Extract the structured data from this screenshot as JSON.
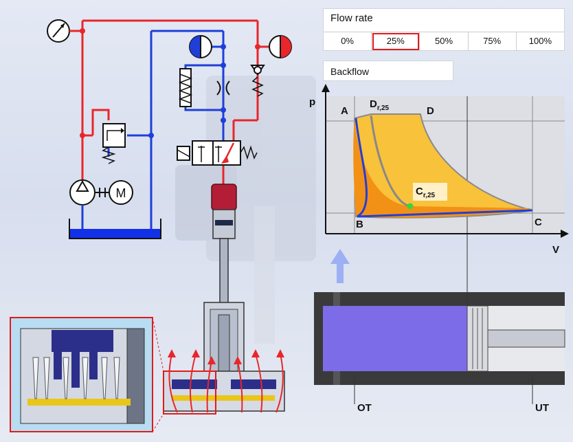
{
  "flow_rate": {
    "title": "Flow rate",
    "options": [
      "0%",
      "25%",
      "50%",
      "75%",
      "100%"
    ],
    "selected": "25%"
  },
  "backflow": {
    "label": "Backflow"
  },
  "pv_diagram": {
    "axis_p": "p",
    "axis_v": "V",
    "point_a": "A",
    "point_b": "B",
    "point_c": "C",
    "point_d": "D",
    "point_dr": "D",
    "point_dr_sub": "r,25",
    "point_cr": "C",
    "point_cr_sub": "r,25"
  },
  "cylinder": {
    "label_ot": "OT",
    "label_ut": "UT"
  },
  "hydraulic": {
    "motor_letter": "M"
  },
  "colors": {
    "pressure_line": "#e8262b",
    "return_line": "#1f3fd8",
    "tank_fluid": "#1230e8",
    "piston_red": "#b31e36",
    "pv_yellow": "#f8c23a",
    "pv_orange": "#f39016",
    "chamber_violet": "#7c6ce8",
    "highlight_frame": "#e01b1b"
  }
}
